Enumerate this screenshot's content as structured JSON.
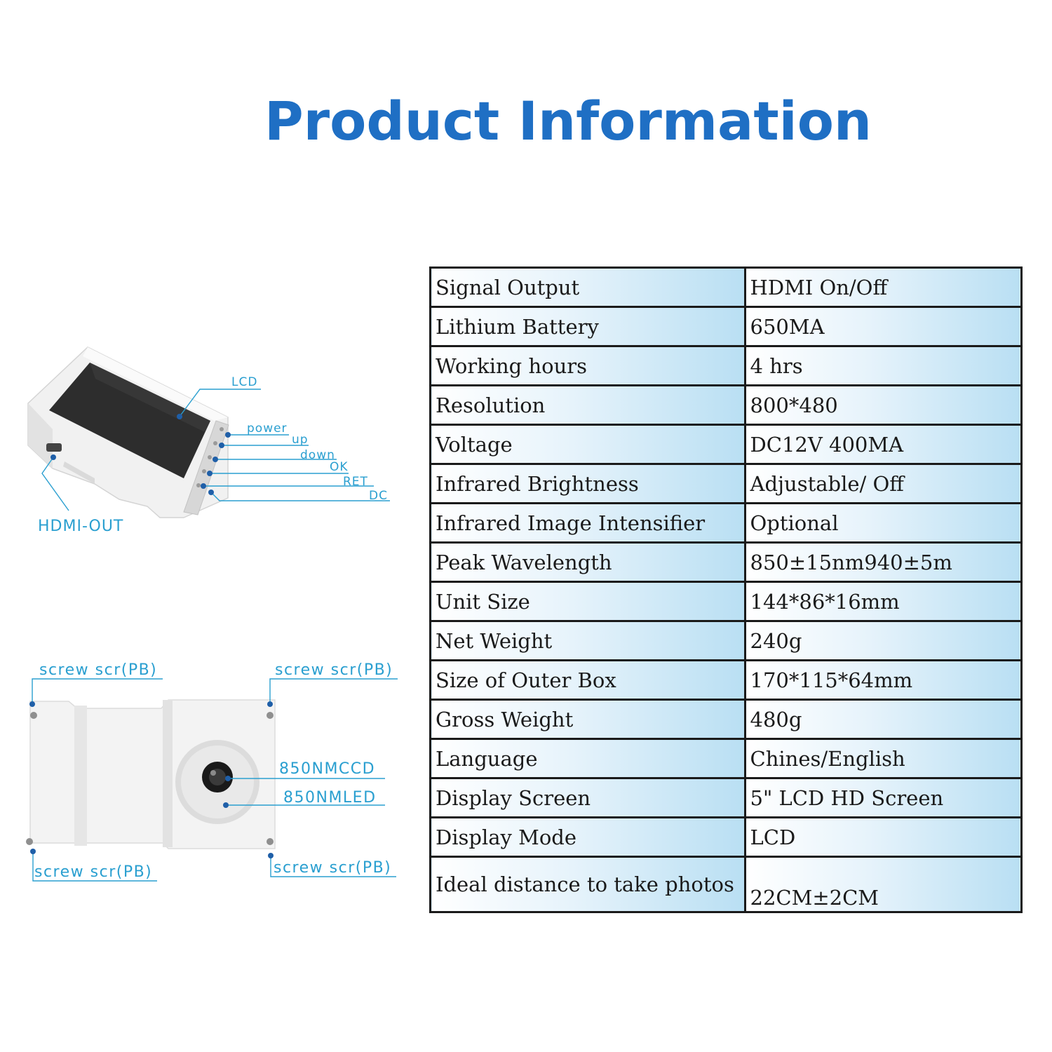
{
  "title": "Product Information",
  "top_view_labels": {
    "lcd": "LCD",
    "power": "power",
    "up": "up",
    "down": "down",
    "ok": "OK",
    "ret": "RET",
    "dc": "DC",
    "hdmi_out": "HDMI-OUT"
  },
  "back_view_labels": {
    "screw_top_left": "screw scr(PB)",
    "screw_top_right": "screw scr(PB)",
    "screw_bottom_left": "screw scr(PB)",
    "screw_bottom_right": "screw scr(PB)",
    "ccd": "850NMCCD",
    "led": "850NMLED"
  },
  "specs": [
    {
      "label": "Signal Output",
      "value": "HDMI On/Off"
    },
    {
      "label": "Lithium Battery",
      "value": "650MA"
    },
    {
      "label": "Working hours",
      "value": "4 hrs"
    },
    {
      "label": "Resolution",
      "value": "800*480"
    },
    {
      "label": "Voltage",
      "value": "DC12V 400MA"
    },
    {
      "label": "Infrared Brightness",
      "value": "Adjustable/ Off"
    },
    {
      "label": "Infrared Image Intensifier",
      "value": "Optional"
    },
    {
      "label": "Peak Wavelength",
      "value": "850±15nm940±5m"
    },
    {
      "label": "Unit Size",
      "value": "144*86*16mm"
    },
    {
      "label": "Net Weight",
      "value": "240g"
    },
    {
      "label": "Size of Outer Box",
      "value": "170*115*64mm"
    },
    {
      "label": "Gross Weight",
      "value": "480g"
    },
    {
      "label": "Language",
      "value": "Chines/English"
    },
    {
      "label": "Display Screen",
      "value": "5\" LCD HD Screen"
    },
    {
      "label": "Display Mode",
      "value": "LCD"
    },
    {
      "label": "Ideal distance to take photos",
      "value": "22CM±2CM"
    }
  ],
  "colors": {
    "title": "#1f6fc4",
    "callout": "#2a9fd0",
    "dot": "#1f5fa8",
    "table_cell_light": "#e6f3fb",
    "table_cell_dark": "#b9dff3"
  }
}
